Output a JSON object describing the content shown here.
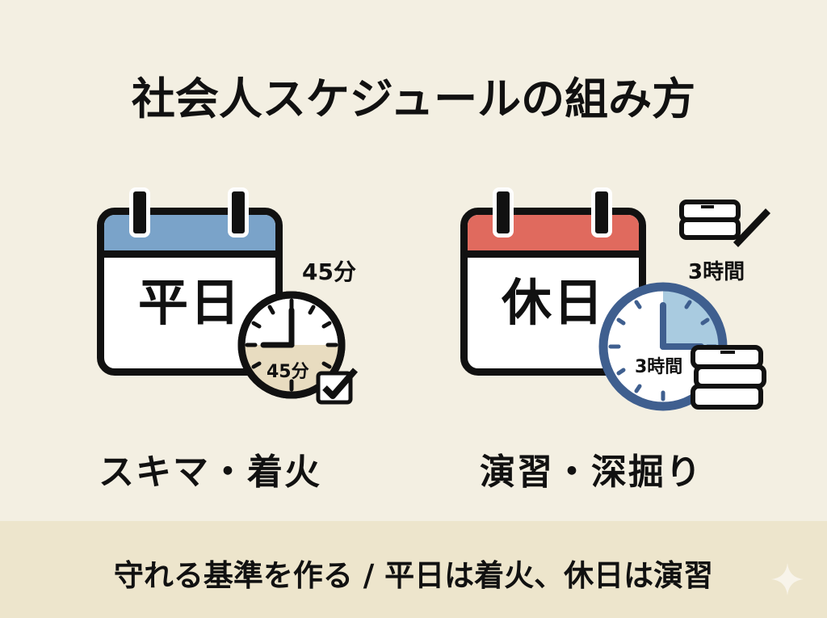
{
  "title": "社会人スケジュールの組み方",
  "weekday": {
    "calendar_label": "平日",
    "band_color": "#7aa3c9",
    "side_duration": "45分",
    "clock_duration": "45分",
    "clock_fill_color": "#e8dcc0",
    "caption": "スキマ・着火"
  },
  "holiday": {
    "calendar_label": "休日",
    "band_color": "#e06a5e",
    "side_duration": "3時間",
    "clock_duration": "3時間",
    "clock_ring_color": "#3f5f8f",
    "clock_fill_color": "#a9cbe0",
    "caption": "演習・深掘り"
  },
  "footer": {
    "text": "守れる基準を作る / 平日は着火、休日は演習"
  }
}
